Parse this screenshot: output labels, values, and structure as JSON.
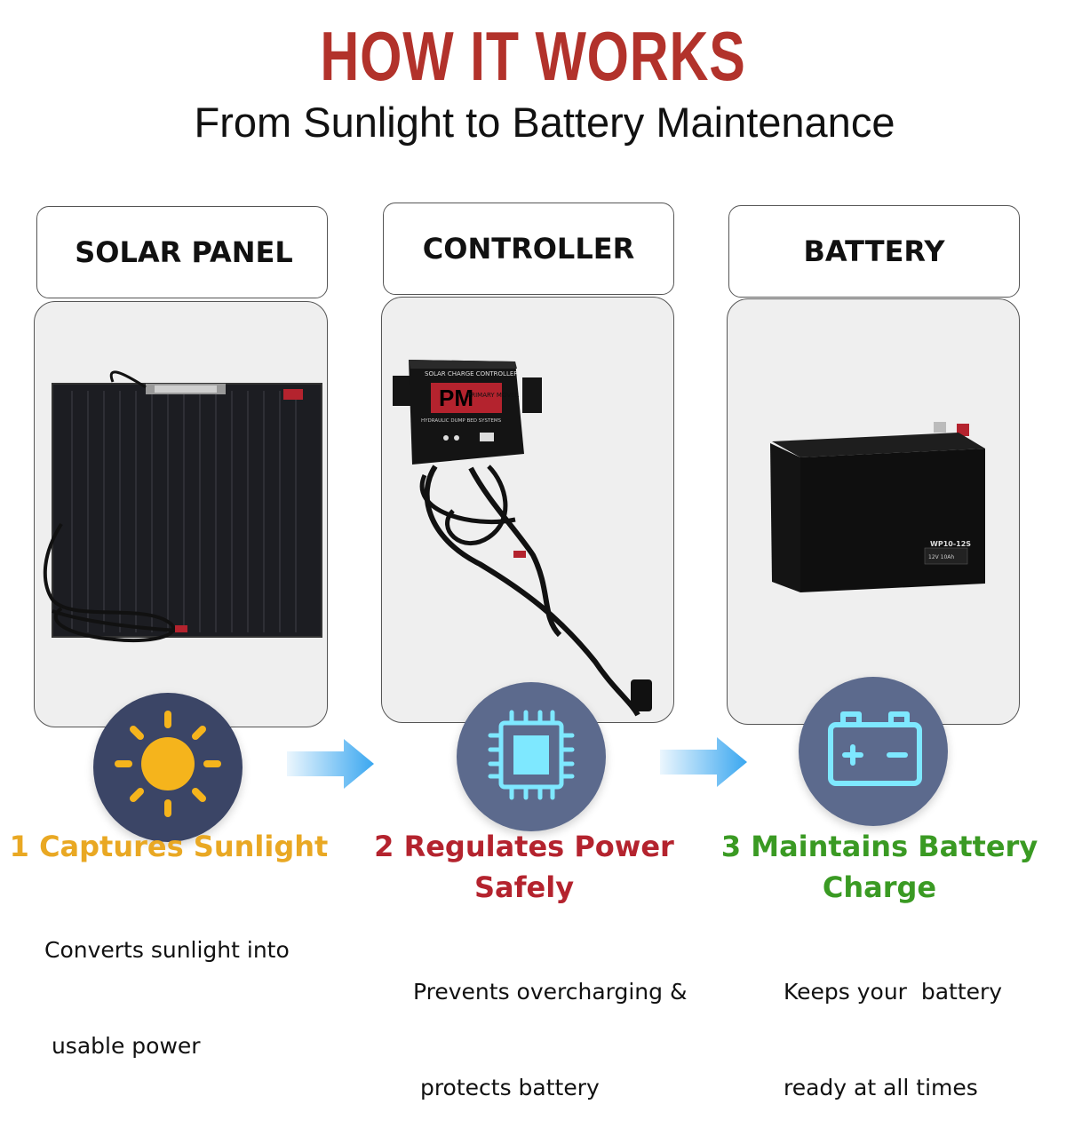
{
  "header": {
    "title": "HOW IT WORKS",
    "subtitle": "From Sunlight to Battery Maintenance"
  },
  "columns": [
    {
      "label": "SOLAR PANEL",
      "step_title": "1 Captures Sunlight",
      "step_desc_line1": "Converts sunlight into",
      "step_desc_line2": " usable power",
      "icon": "sun-icon",
      "color": "#e9a823"
    },
    {
      "label": "CONTROLLER",
      "step_title_line1": "2 Regulates Power",
      "step_title_line2": "Safely",
      "step_desc_line1": "Prevents overcharging &",
      "step_desc_line2": " protects battery",
      "icon": "chip-icon",
      "color": "#b4232e",
      "device_label": "SOLAR CHARGE CONTROLLER",
      "device_brand": "PRIMARY MOVER",
      "device_tagline": "HYDRAULIC DUMP BED SYSTEMS"
    },
    {
      "label": "BATTERY",
      "step_title_line1": "3 Maintains Battery",
      "step_title_line2": "Charge",
      "step_desc_line1": "Keeps your  battery",
      "step_desc_line2": "ready at all times",
      "icon": "battery-icon",
      "color": "#3a9a23",
      "battery_model": "WP10-12S",
      "battery_rating": "12V 10Ah"
    }
  ],
  "colors": {
    "title_red": "#b2322b",
    "icon_circle": "#5c6a8d",
    "icon_glow": "#7ee8ff",
    "sun_yellow": "#f5b41c",
    "arrow_blue": "#3aa7f0"
  }
}
